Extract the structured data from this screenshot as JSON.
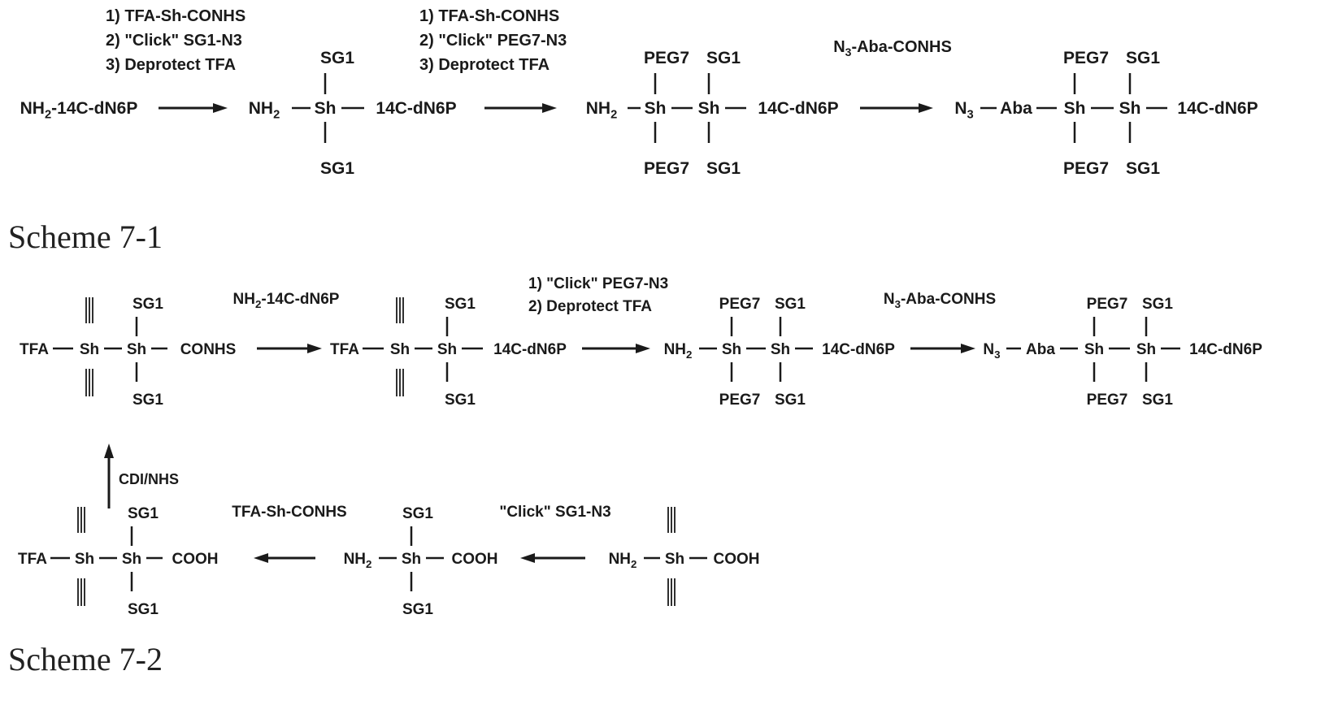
{
  "scheme_7_1": {
    "caption": "Scheme 7-1",
    "start": "NH2-14C-dN6P",
    "step1_conditions": [
      "1) TFA-Sh-CONHS",
      "2) \"Click\" SG1-N3",
      "3) Deprotect TFA"
    ],
    "step2_conditions": [
      "1) TFA-Sh-CONHS",
      "2) \"Click\" PEG7-N3",
      "3) Deprotect TFA"
    ],
    "step3_conditions": [
      "N3-Aba-CONHS"
    ],
    "labels": {
      "NH2": "NH2",
      "N3": "N3",
      "Sh": "Sh",
      "SG1": "SG1",
      "PEG7": "PEG7",
      "Aba": "Aba",
      "tail": "14C-dN6P"
    }
  },
  "scheme_7_2": {
    "caption": "Scheme 7-2",
    "labels": {
      "TFA": "TFA",
      "Sh": "Sh",
      "SG1": "SG1",
      "PEG7": "PEG7",
      "CONHS": "CONHS",
      "COOH": "COOH",
      "NH2": "NH2",
      "N3": "N3",
      "Aba": "Aba",
      "tail": "14C-dN6P"
    },
    "reagent_a": "NH2-14C-dN6P",
    "reagent_b": [
      "1) \"Click\" PEG7-N3",
      "2) Deprotect TFA"
    ],
    "reagent_c": "N3-Aba-CONHS",
    "reagent_d": "CDI/NHS",
    "reagent_e": "TFA-Sh-CONHS",
    "reagent_f": "\"Click\" SG1-N3"
  }
}
